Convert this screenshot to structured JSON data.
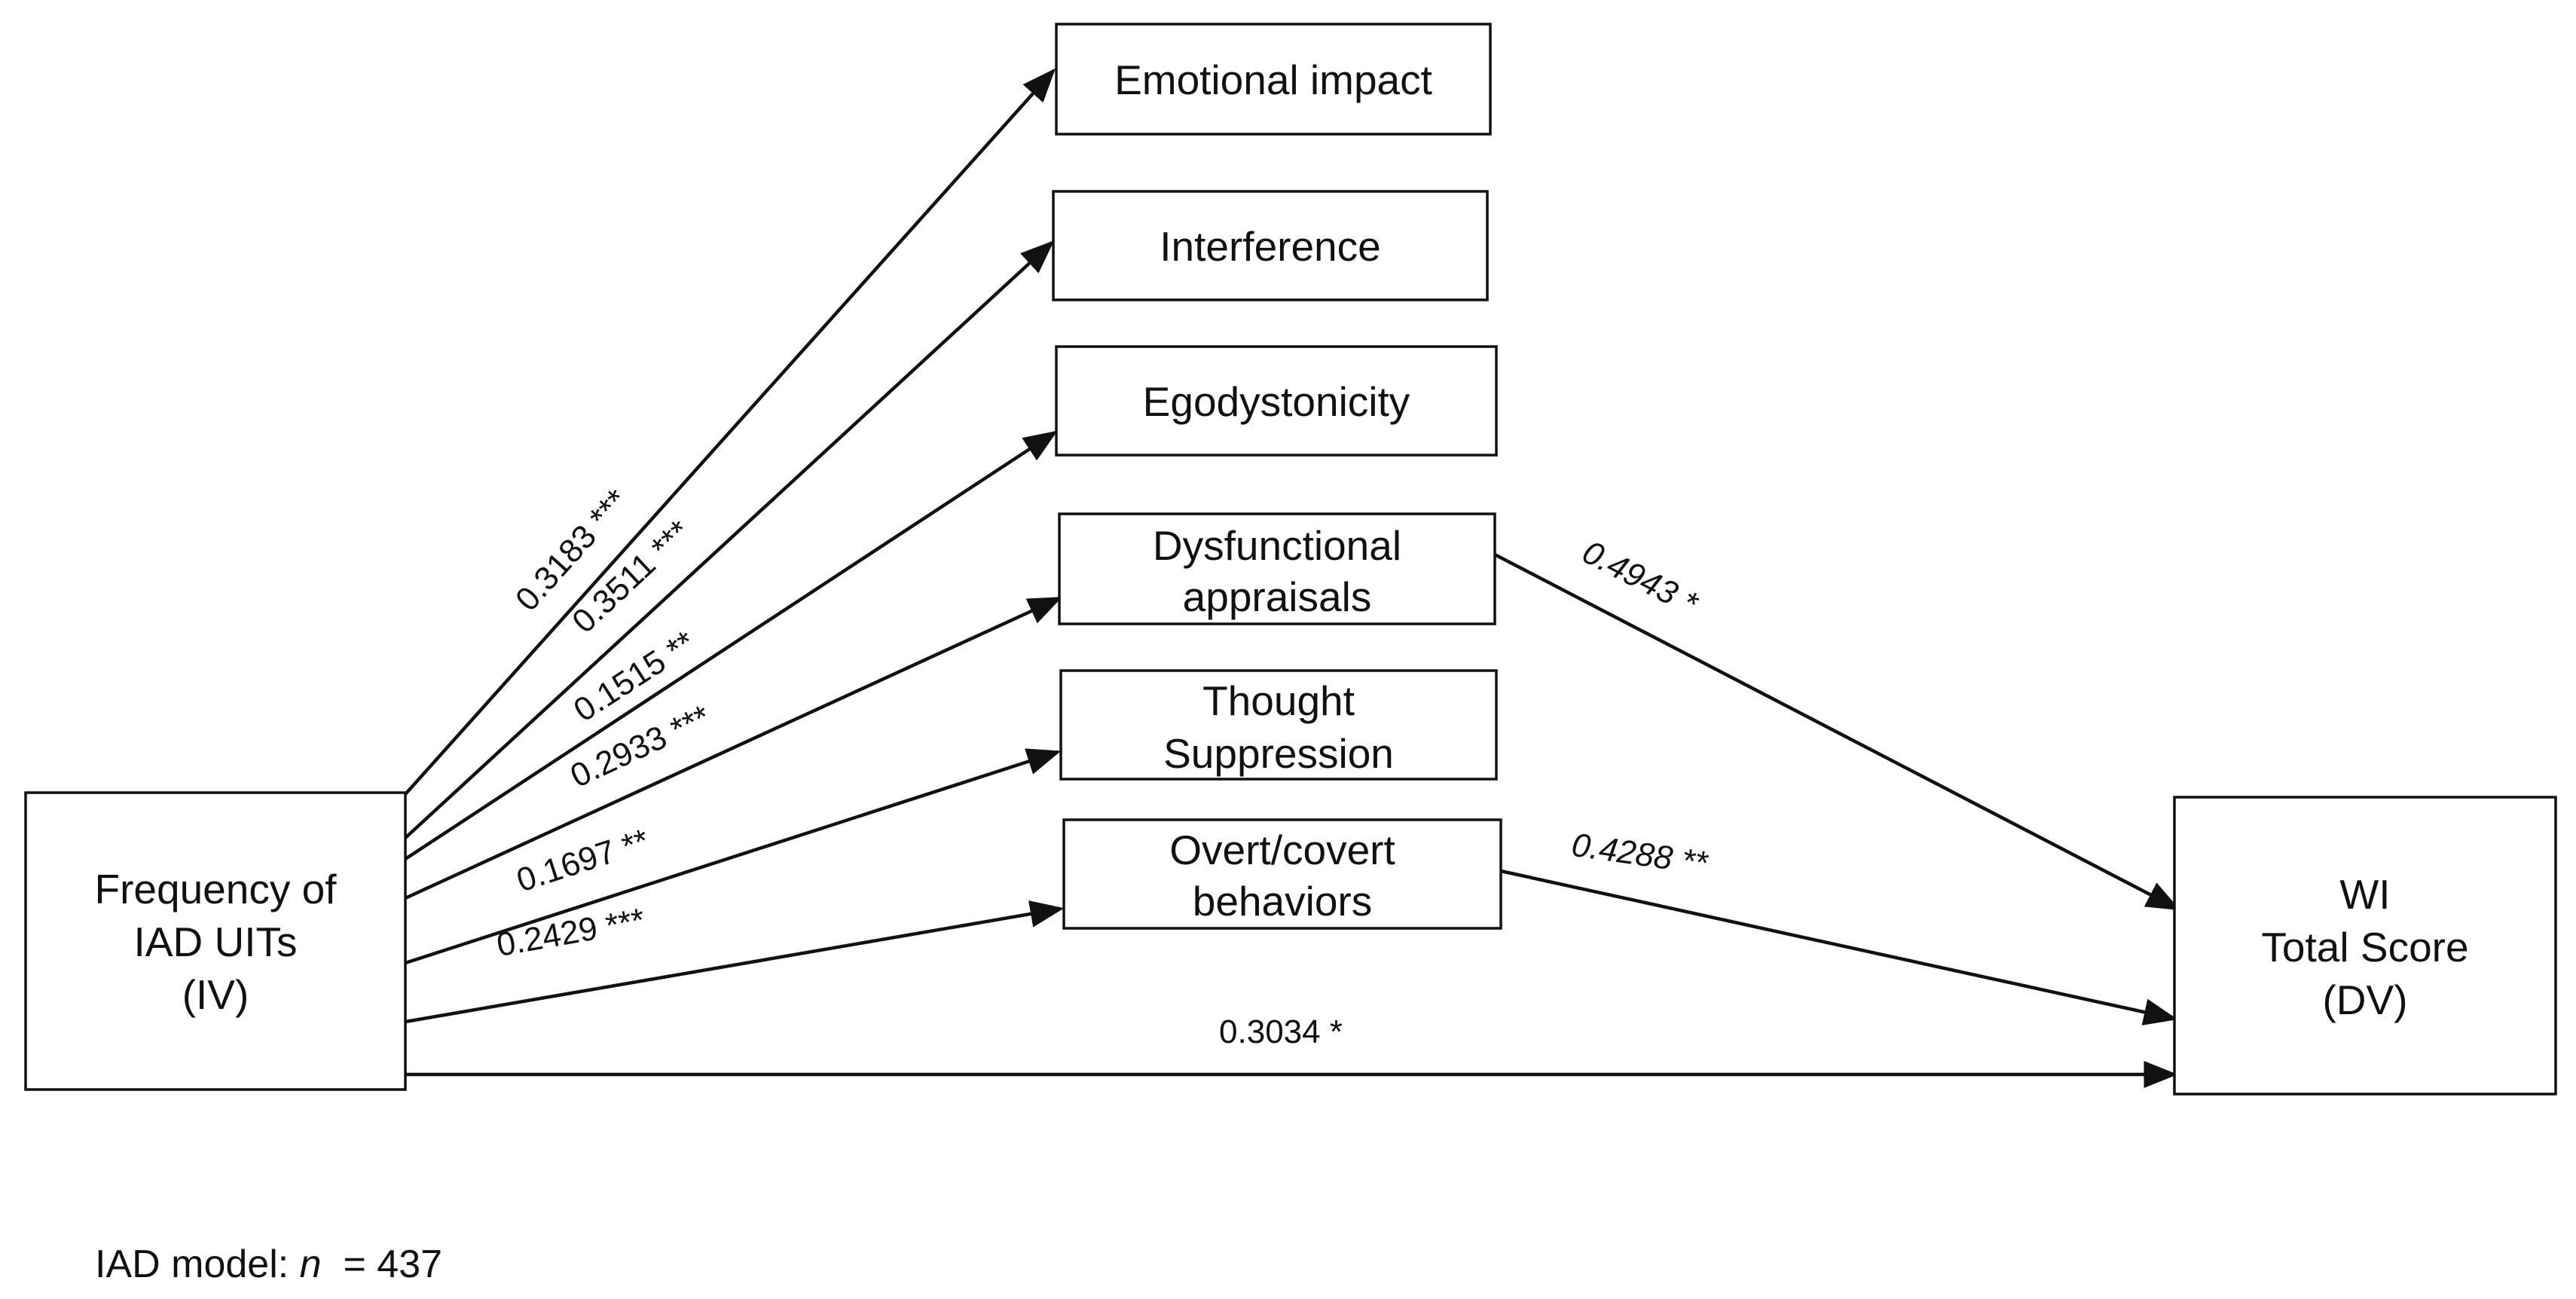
{
  "nodes": {
    "iv": {
      "lines": [
        "Frequency of",
        "IAD UITs",
        "(IV)"
      ]
    },
    "emotional_impact": {
      "lines": [
        "Emotional impact"
      ]
    },
    "interference": {
      "lines": [
        "Interference"
      ]
    },
    "egodystonicity": {
      "lines": [
        "Egodystonicity"
      ]
    },
    "dysfunctional_appraisals": {
      "lines": [
        "Dysfunctional",
        "appraisals"
      ]
    },
    "thought_suppression": {
      "lines": [
        "Thought",
        "Suppression"
      ]
    },
    "overt_covert_behaviors": {
      "lines": [
        "Overt/covert",
        "behaviors"
      ]
    },
    "dv": {
      "lines": [
        "WI",
        "Total Score",
        "(DV)"
      ]
    }
  },
  "edges": [
    {
      "from": "iv",
      "to": "emotional_impact",
      "label": "0.3183 ***"
    },
    {
      "from": "iv",
      "to": "interference",
      "label": "0.3511 ***"
    },
    {
      "from": "iv",
      "to": "egodystonicity",
      "label": "0.1515 **"
    },
    {
      "from": "iv",
      "to": "dysfunctional_appraisals",
      "label": "0.2933 ***"
    },
    {
      "from": "iv",
      "to": "thought_suppression",
      "label": "0.1697 **"
    },
    {
      "from": "iv",
      "to": "overt_covert_behaviors",
      "label": "0.2429 ***"
    },
    {
      "from": "dysfunctional_appraisals",
      "to": "dv",
      "label": "0.4943 *"
    },
    {
      "from": "overt_covert_behaviors",
      "to": "dv",
      "label": "0.4288 **"
    },
    {
      "from": "iv",
      "to": "dv",
      "label": "0.3034 *"
    }
  ],
  "footnote": {
    "prefix": "IAD model: ",
    "symbol": "n",
    "suffix": "  = 437"
  },
  "colors": {
    "stroke": "#111111",
    "background": "#ffffff"
  }
}
